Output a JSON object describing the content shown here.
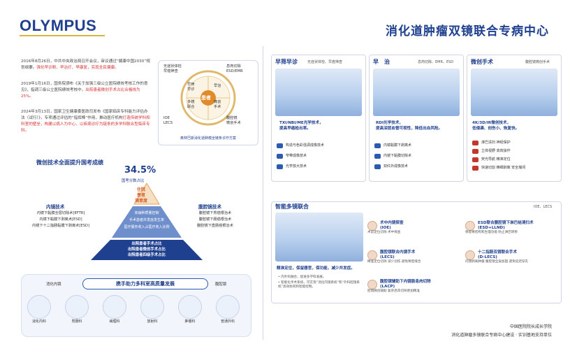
{
  "header": {
    "logo": "OLYMPUS",
    "title": "消化道肿瘤双镜联合专病中心"
  },
  "intro": {
    "p1a": "2016年8月26日，中共中央政治局召开会议，审议通过“健康中国2030”规划纲要。",
    "p1b": "强化早诊断、早治疗、早康复，实现全民健康。",
    "p2a": "2019年1月16日，国务院颁布《关于加强三级公立医院绩效考核工作的意见》，指调三级公立医院绩效考核中，",
    "p2b": "出院患者微创手术占比合格线为25%。",
    "p3a": "2024年3月13日，国家卫生健康委医政司发布《国家临床专科能力评估办法（试行）》，专项通过评估的“指挥棒”作用，推动医疗机构",
    "p3b": "打造传统学科和科室的壁垒，构建以病人为中心，以疾病诊疗为链条的多学科联合型临床专科。"
  },
  "circle": {
    "center": "患者",
    "q1": "早筛早诊",
    "q2": "早治",
    "q3": "多镜联合",
    "q4": "微创手术",
    "tl": [
      "无症状体检",
      "早癌筛查"
    ],
    "tr": [
      "息肉切除",
      "ESD/EMR"
    ],
    "bl": [
      "IOE",
      "LECS"
    ],
    "br": [
      "腹腔镜",
      "微创手术"
    ],
    "caption": "奥林巴斯消化道肿瘤全链条诊疗方案"
  },
  "pyramid": {
    "title": "微创技术全面提升国考成绩",
    "pct": "34.5%",
    "pct_sub": "国考分数占比",
    "top": [
      "住院",
      "患者",
      "满意度"
    ],
    "mid": [
      "单病种质量控制",
      "手术患者并发症发生率",
      "医疗服务收入占医疗收入比例"
    ],
    "base": [
      "出院患者手术占比",
      "出院患者微创手术占比",
      "出院患者四级手术占比"
    ],
    "left_h": "内镜技术",
    "left": [
      "内镜下黏膜全层切除术[EFTR]",
      "内镜下黏膜下剥离术[ESD]",
      "内镜下十二指肠黏膜下剥离术[ESD]"
    ],
    "right_h": "腹腔镜技术",
    "right": [
      "腹腔镜下胃癌根治术",
      "腹腔镜下肠癌根治术",
      "腹腔镜下直肠癌根治术"
    ],
    "band": "携手助力多科室高质量发展",
    "band_l": "消化内镜",
    "band_r": "腹腔镜",
    "depts": [
      "消化内科",
      "胃肠科",
      "病理科",
      "放射科",
      "肿瘤科",
      "普通外科"
    ]
  },
  "panels": {
    "p1": {
      "h": "早筛早诊",
      "s": "无症状体检、早癌筛查",
      "desc": [
        "TXI/NBI/ME光学技术，",
        "提高早癌检出率。"
      ],
      "items": [
        "构造与色彩强调成像技术",
        "窄带成像技术",
        "光学放大技术"
      ]
    },
    "p2": {
      "h": "早　治",
      "s": "息肉切除、EMR、ESD",
      "desc": [
        "RDI光学技术，",
        "提高深层血管可视性，降低出血风险。"
      ],
      "items": [
        "内镜黏膜下剥离术",
        "内镜下黏膜切除术",
        "双红外成像技术"
      ]
    },
    "p3": {
      "h": "微创手术",
      "s": "腹腔镜微创手术",
      "desc": [
        "4K/3D/IR微创技术，",
        "低侵袭、创伤小、恢复快。"
      ],
      "items": [
        "淋巴清扫 神经保护",
        "立体视野 高效操作",
        "荧光导航 精准定位",
        "快速切割 精细剥离 安全凝闭"
      ]
    },
    "p4": {
      "h": "智能多镜联合",
      "s": "IOE、LECS",
      "desc": "精准定位，保留器官，保功能，减少并发症。",
      "bullets": [
        "内外科融合，促进多学科发展。",
        "智能化手术系统，可实现“消化内镜系统”和“外科腔镜系统”高效协同和智能控制。"
      ],
      "methods": [
        {
          "t": "术中内镜探查",
          "c": "(IOE)",
          "d": "术前定位切除 术中探查"
        },
        {
          "t": "ESD联合腹腔镜下淋巴结清扫术",
          "c": "(ESD+LLND)",
          "d": "保留胃结构和生理功能 防止淋巴转移"
        },
        {
          "t": "腹腔镜联合内镜手术",
          "c": "(LECS)",
          "d": "精准定位切除 减少创伤 避免胃腔缝合"
        },
        {
          "t": "十二指肠双镜联合手术",
          "c": "(D-LECS)",
          "d": "内镜剥离肿瘤 腹腔镜全层加固 避免延迟穿孔"
        },
        {
          "t": "腹腔镜辅助下内镜肠息肉切除",
          "c": "(LACP)",
          "d": "腔镜微创辅助 复杂息肉切除更加精准"
        }
      ]
    }
  },
  "footer": {
    "l1": "中国医院院长成长学院",
    "l2": "消化道肿瘤多镜联合专病中心建设 · 实训基地支持单位"
  }
}
